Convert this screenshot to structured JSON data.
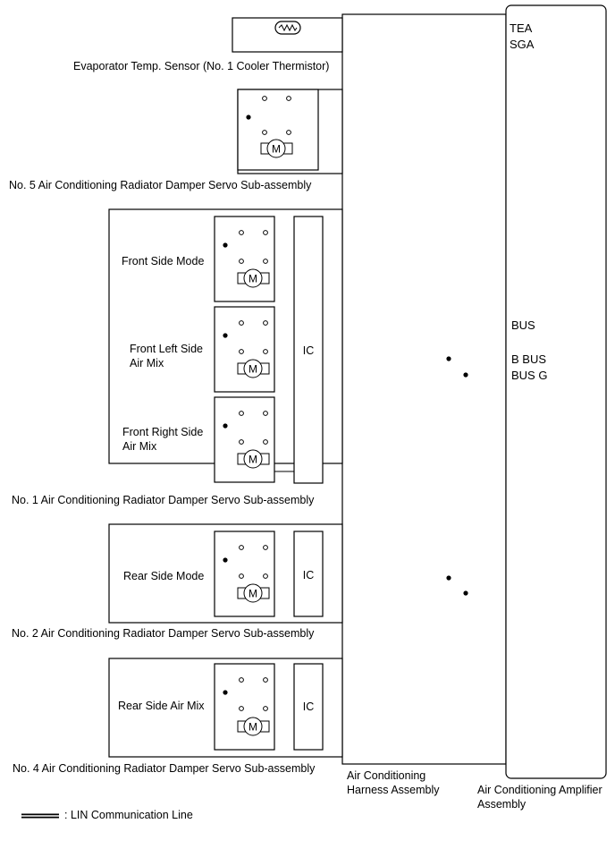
{
  "sensor": {
    "label": "Evaporator Temp. Sensor (No. 1 Cooler Thermistor)"
  },
  "servo5": {
    "label": "No. 5 Air Conditioning Radiator Damper Servo Sub-assembly"
  },
  "servo1": {
    "label": "No. 1 Air Conditioning Radiator Damper Servo Sub-assembly",
    "units": [
      {
        "label_lines": [
          "Front Side Mode"
        ]
      },
      {
        "label_lines": [
          "Front Left Side",
          "Air Mix"
        ]
      },
      {
        "label_lines": [
          "Front Right Side",
          "Air Mix"
        ]
      }
    ]
  },
  "servo2": {
    "label": "No. 2 Air Conditioning Radiator Damper Servo Sub-assembly",
    "units": [
      {
        "label_lines": [
          "Rear Side Mode"
        ]
      }
    ]
  },
  "servo4": {
    "label": "No. 4 Air Conditioning Radiator Damper Servo Sub-assembly",
    "units": [
      {
        "label_lines": [
          "Rear Side Air Mix"
        ]
      }
    ]
  },
  "ic_label": "IC",
  "motor_symbol": "M",
  "signals": {
    "tea": "TEA",
    "sga": "SGA",
    "bus": "BUS",
    "b_bus": "B BUS",
    "bus_g": "BUS G"
  },
  "harness": {
    "label_lines": [
      "Air Conditioning",
      "Harness Assembly"
    ]
  },
  "amplifier": {
    "label_lines": [
      "Air Conditioning Amplifier",
      "Assembly"
    ]
  },
  "legend": {
    "label": ": LIN Communication Line"
  }
}
